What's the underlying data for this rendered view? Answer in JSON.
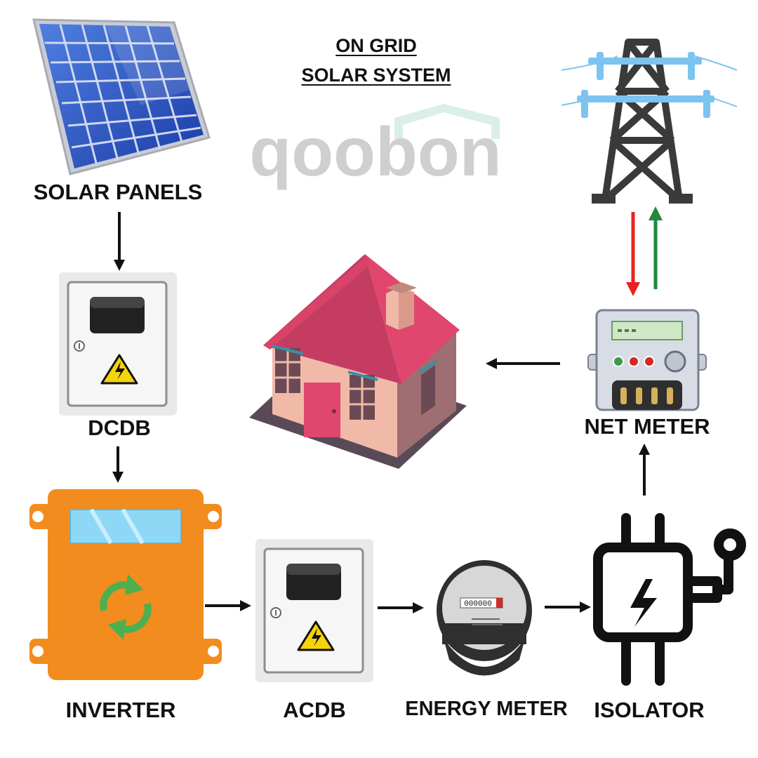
{
  "title": {
    "line1": "ON GRID",
    "line2": "SOLAR SYSTEM"
  },
  "watermark": {
    "text": "qoobon",
    "color": "#cfcfcf",
    "roof_color": "#d9efe7"
  },
  "components": {
    "solar_panels": "SOLAR PANELS",
    "dcdb": "DCDB",
    "inverter": "INVERTER",
    "acdb": "ACDB",
    "energy_meter": "ENERGY METER",
    "isolator": "ISOLATOR",
    "net_meter": "NET METER"
  },
  "colors": {
    "arrow": "#111111",
    "import_arrow": "#e8231f",
    "export_arrow": "#1f8a3c",
    "inverter": "#f28c1e",
    "roof": "#e0466e",
    "wall": "#f1b9a8",
    "tower": "#3a3a3a",
    "insulator": "#7cc4f0"
  },
  "meter_reading": "000000"
}
